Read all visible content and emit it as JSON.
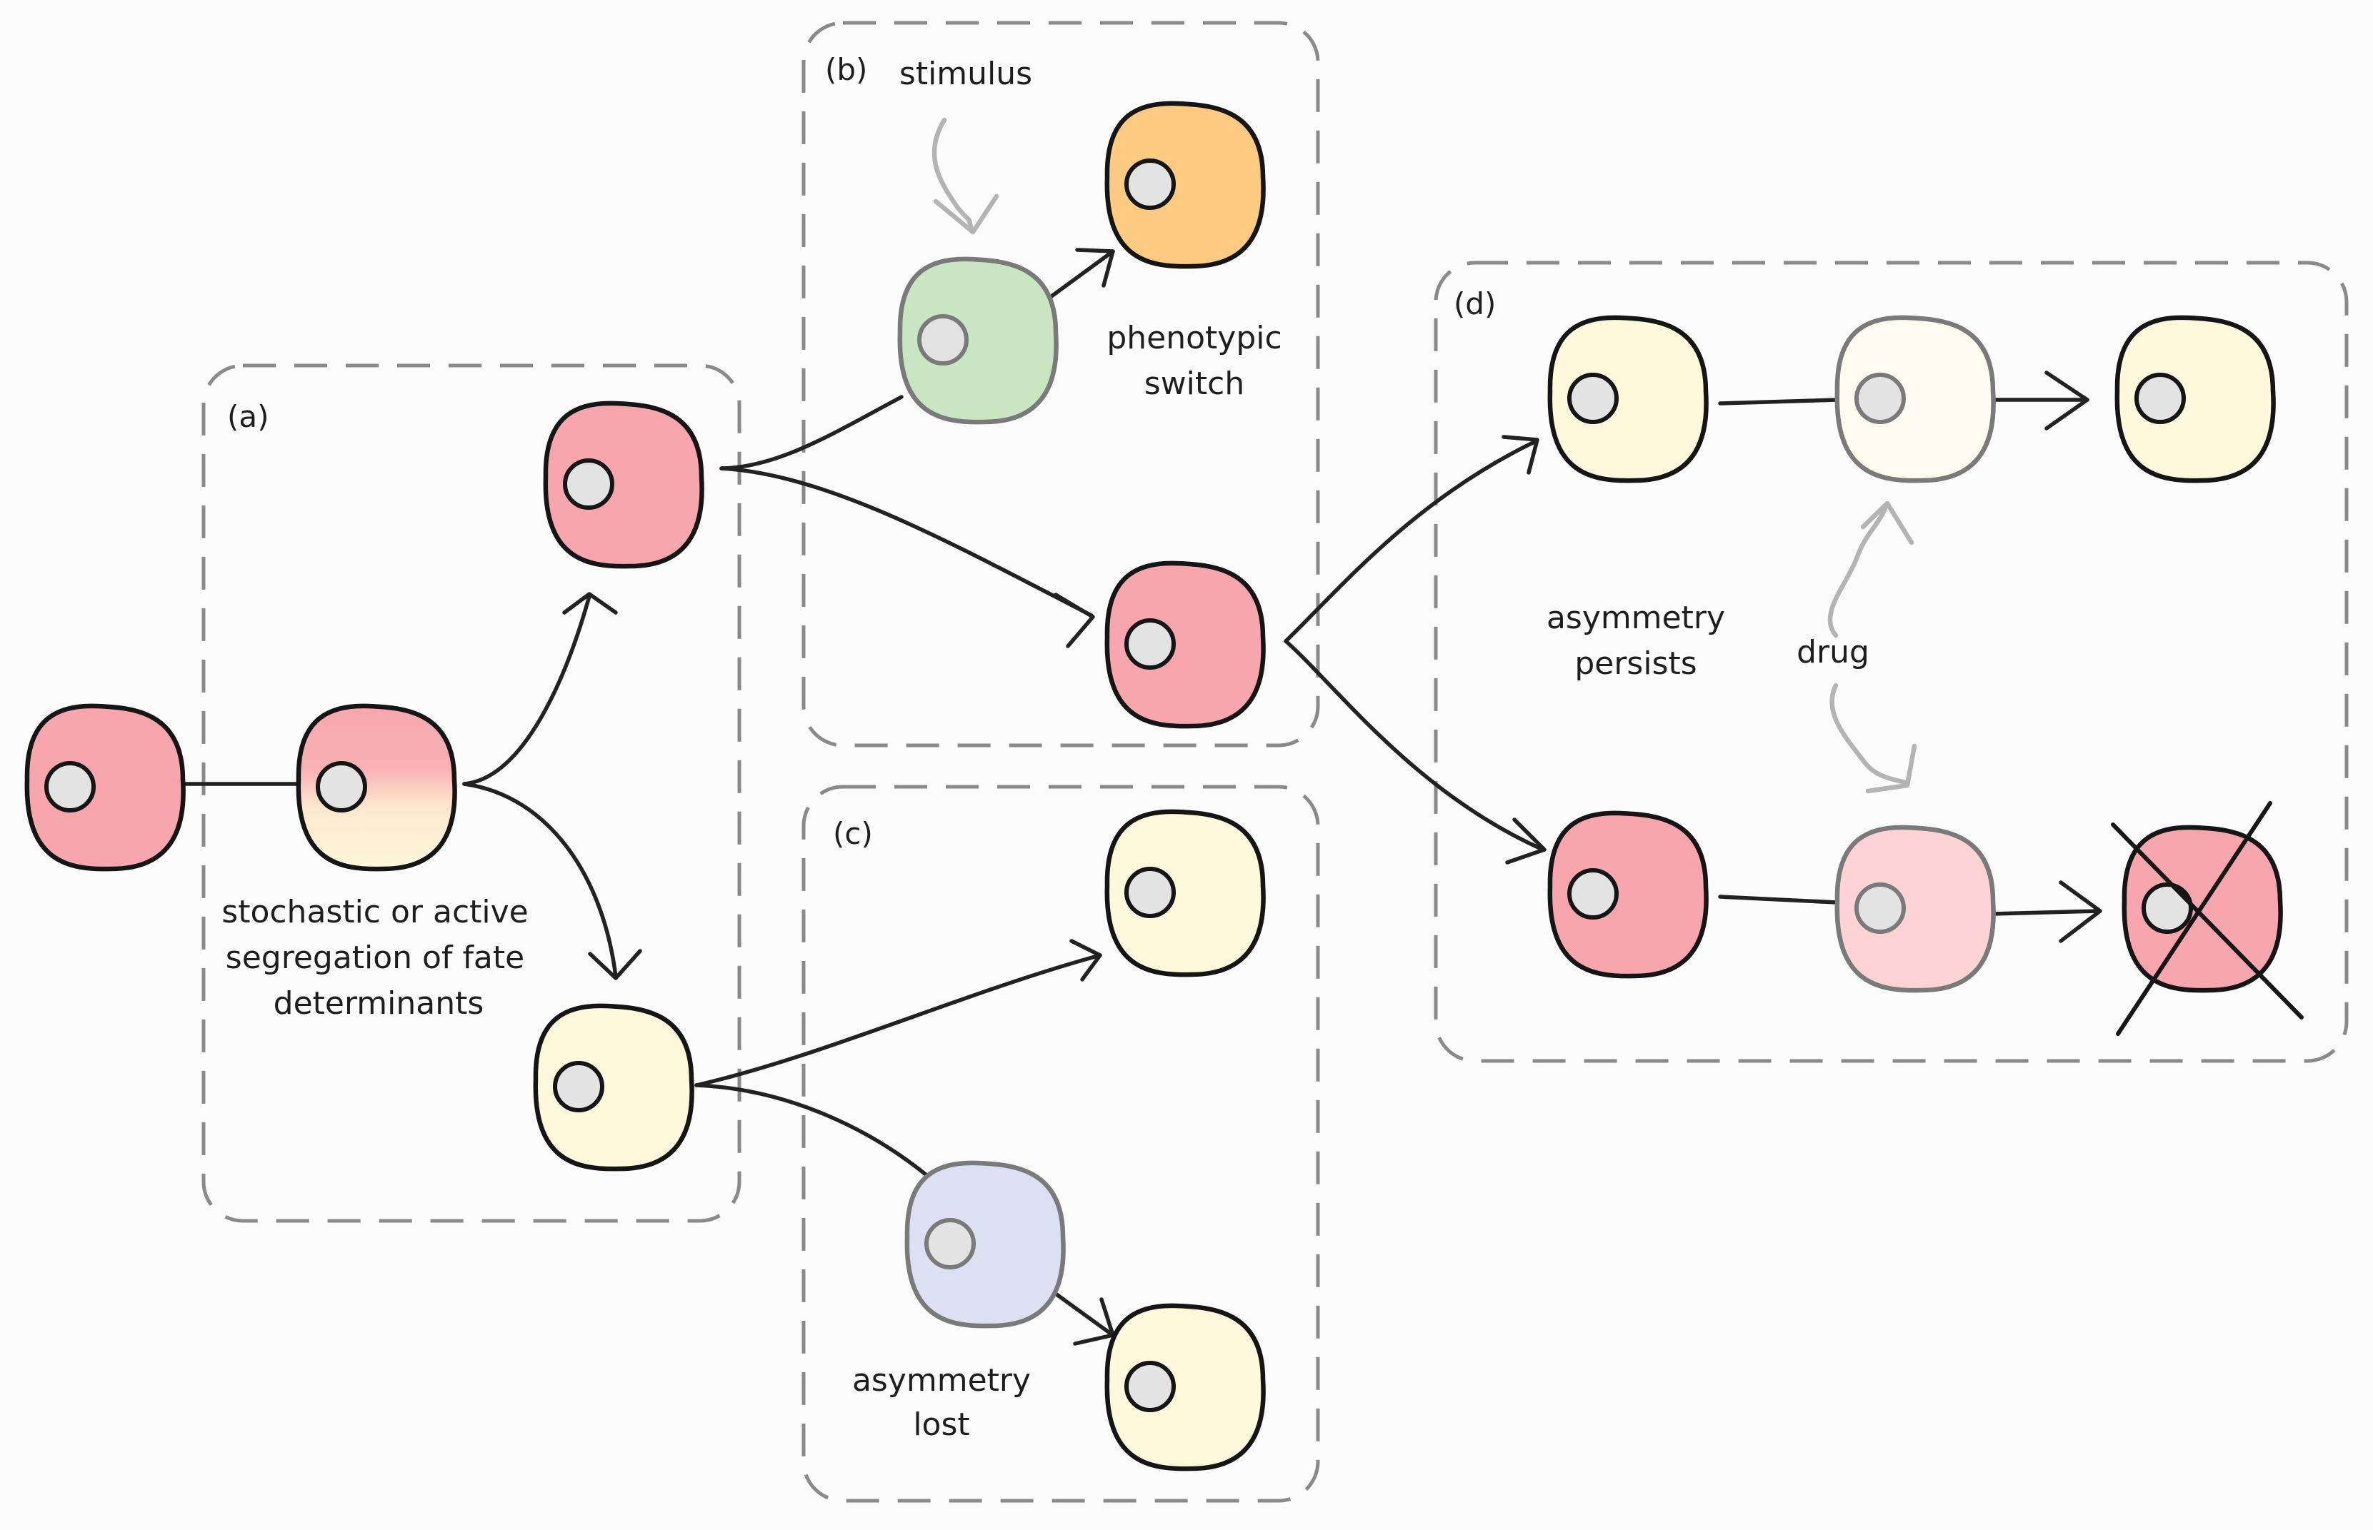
{
  "panels": {
    "a": "(a)",
    "b": "(b)",
    "c": "(c)",
    "d": "(d)"
  },
  "labels": {
    "segregation_line1": "stochastic or active",
    "segregation_line2": "segregation of fate",
    "segregation_line3": "determinants",
    "stimulus": "stimulus",
    "phenotypic_line1": "phenotypic",
    "phenotypic_line2": "switch",
    "asym_lost_line1": "asymmetry",
    "asym_lost_line2": "lost",
    "asym_persists_line1": "asymmetry",
    "asym_persists_line2": "persists",
    "drug": "drug"
  },
  "colors": {
    "pink": "#f7a6ad",
    "cream": "#fff8dc",
    "orange": "#ffcb82",
    "green": "#c8e6c1",
    "lavender": "#dbe1f1",
    "pale_cream": "#fffbee",
    "pale_pink": "#fed3d4",
    "outline": "#151515",
    "faded_outline": "#7a7a7a",
    "frame": "#8a8a8a"
  }
}
